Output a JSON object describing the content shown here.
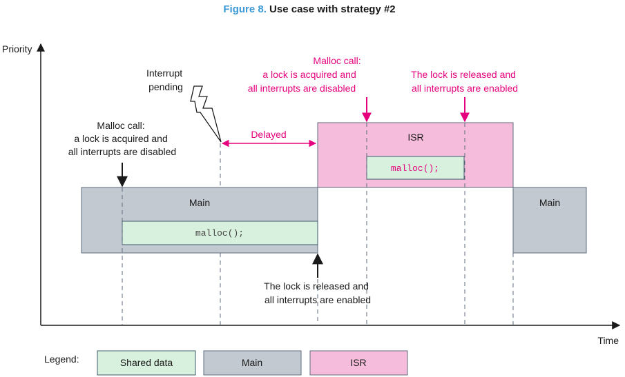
{
  "figure": {
    "number_label": "Figure 8.",
    "title": "Use case with strategy #2"
  },
  "axes": {
    "y_label": "Priority",
    "x_label": "Time"
  },
  "blocks": {
    "main_left_label": "Main",
    "main_right_label": "Main",
    "isr_label": "ISR",
    "main_malloc_code": "malloc();",
    "isr_malloc_code": "malloc();"
  },
  "annotations": {
    "malloc_main": [
      "Malloc call:",
      "a lock is acquired and",
      "all interrupts are disabled"
    ],
    "interrupt_pending": [
      "Interrupt",
      "pending"
    ],
    "delayed": "Delayed",
    "malloc_isr": [
      "Malloc call:",
      "a lock is acquired and",
      "all interrupts are disabled"
    ],
    "release_isr": [
      "The lock is released and",
      "all interrupts are enabled"
    ],
    "release_main": [
      "The lock is released and",
      "all interrupts are enabled"
    ]
  },
  "legend": {
    "title": "Legend:",
    "items": [
      "Shared data",
      "Main",
      "ISR"
    ]
  },
  "colors": {
    "title_blue": "#3B9AD6",
    "main_fill": "#C3C9D1",
    "main_stroke": "#5E6B7B",
    "isr_fill": "#F6BCDC",
    "isr_stroke": "#5E6B7B",
    "shared_fill": "#D8F0DE",
    "shared_stroke": "#3E5A6B",
    "magenta": "#E5007E",
    "ink": "#1A1A1A",
    "code_text": "#444444"
  }
}
